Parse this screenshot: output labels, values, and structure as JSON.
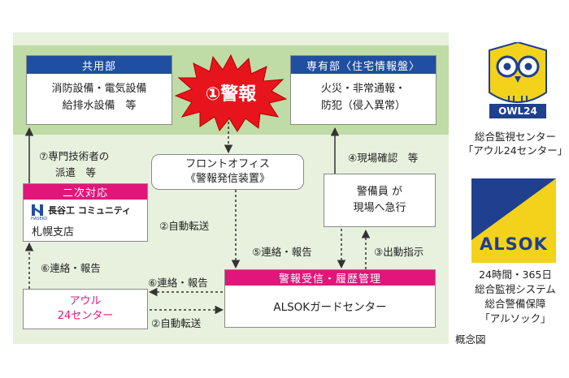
{
  "shared": {
    "title": "共用部",
    "line1": "消防設備・電気設備",
    "line2": "給排水設備　等"
  },
  "private": {
    "title": "専有部〈住宅情報盤〉",
    "line1": "火災・非常通報・",
    "line2": "防犯（侵入異常）"
  },
  "alarm": {
    "label": "①警報"
  },
  "front_office": {
    "line1": "フロントオフィス",
    "line2": "《警報発信装置》"
  },
  "guard": {
    "line1": "警備員 が",
    "line2": "現場へ急行"
  },
  "branch": {
    "title": "二次対応",
    "logo_text": "長谷工 コミュニティ",
    "logo_small": "HASEKO",
    "name": "札幌支店"
  },
  "owl_center": {
    "line1": "アウル",
    "line2": "24センター"
  },
  "alsok_center": {
    "title": "警報受信・履歴管理",
    "name": "ALSOKガードセンター"
  },
  "labels": {
    "expert_line1": "⑦専門技術者の",
    "expert_line2": "派遣　等",
    "site_check": "④現場確認　等",
    "auto_transfer": "②自動転送",
    "contact_report5": "⑤連絡・報告",
    "dispatch": "③出動指示",
    "contact_report6_left": "⑥連絡・報告",
    "contact_report6_mid": "⑥連絡・報告",
    "auto_transfer_bottom": "②自動転送"
  },
  "owl_logo": {
    "text": "OWL24",
    "caption1": "総合監視センター",
    "caption2": "「アウル24センター」"
  },
  "alsok_logo": {
    "text": "ALSOK",
    "caption1": "24時間・365日",
    "caption2": "総合監視システム",
    "caption3": "総合警備保障",
    "caption4": "「アルソック」"
  },
  "footnote": "概念図",
  "colors": {
    "panel": "#e8f1de",
    "band": "#bfdba6",
    "blue": "#1f4fa1",
    "pink": "#e2157a",
    "red": "#e8141b",
    "alsok_yellow": "#f2d21a"
  }
}
